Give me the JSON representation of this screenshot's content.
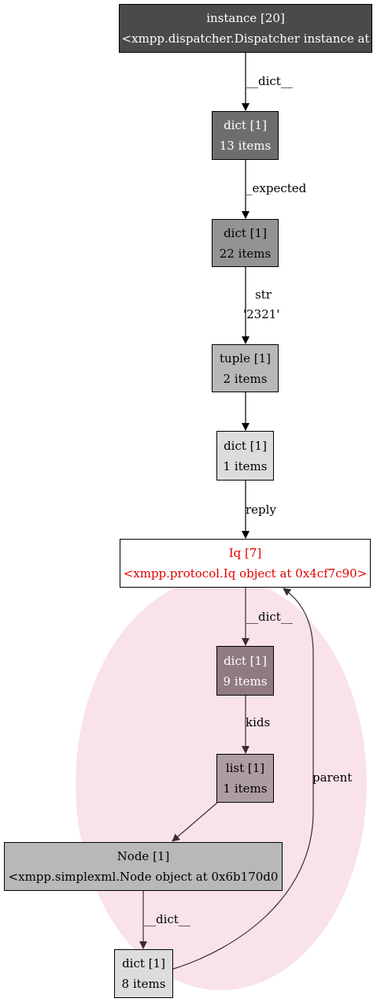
{
  "nodes": {
    "instance": {
      "title": "instance [20]",
      "subtitle": "<xmpp.dispatcher.Dispatcher instance at",
      "fill": "#4a4a4a",
      "text_color": "#ffffff"
    },
    "dict13": {
      "title": "dict [1]",
      "subtitle": "13 items",
      "fill": "#6e6e6e",
      "text_color": "#ffffff"
    },
    "dict22": {
      "title": "dict [1]",
      "subtitle": "22 items",
      "fill": "#939393",
      "text_color": "#000000"
    },
    "tuple2": {
      "title": "tuple [1]",
      "subtitle": "2 items",
      "fill": "#b8b8b8",
      "text_color": "#000000"
    },
    "dict1": {
      "title": "dict [1]",
      "subtitle": "1 items",
      "fill": "#dcdcdc",
      "text_color": "#000000"
    },
    "iq": {
      "title": "Iq [7]",
      "subtitle": "<xmpp.protocol.Iq object at 0x4cf7c90>",
      "fill": "#ffffff",
      "text_color": "#e00000"
    },
    "dict9": {
      "title": "dict [1]",
      "subtitle": "9 items",
      "fill": "#907b80",
      "text_color": "#ffffff"
    },
    "list1": {
      "title": "list [1]",
      "subtitle": "1 items",
      "fill": "#ad9ca0",
      "text_color": "#000000"
    },
    "node": {
      "title": "Node [1]",
      "subtitle": "<xmpp.simplexml.Node object at 0x6b170d0",
      "fill": "#b8b8b8",
      "text_color": "#000000"
    },
    "dict8": {
      "title": "dict [1]",
      "subtitle": "8 items",
      "fill": "#dcdcdc",
      "text_color": "#000000"
    }
  },
  "edges": {
    "e1": "__dict__",
    "e2": "_expected",
    "e3_line1": "str",
    "e3_line2": "'2321'",
    "e5": "reply",
    "e6": "__dict__",
    "e7": "kids",
    "e9": "__dict__",
    "e10": "parent"
  },
  "colors": {
    "cycle_highlight": "#f9e3e8",
    "cycle_edge": "#3d2a33",
    "edge": "#000000"
  }
}
